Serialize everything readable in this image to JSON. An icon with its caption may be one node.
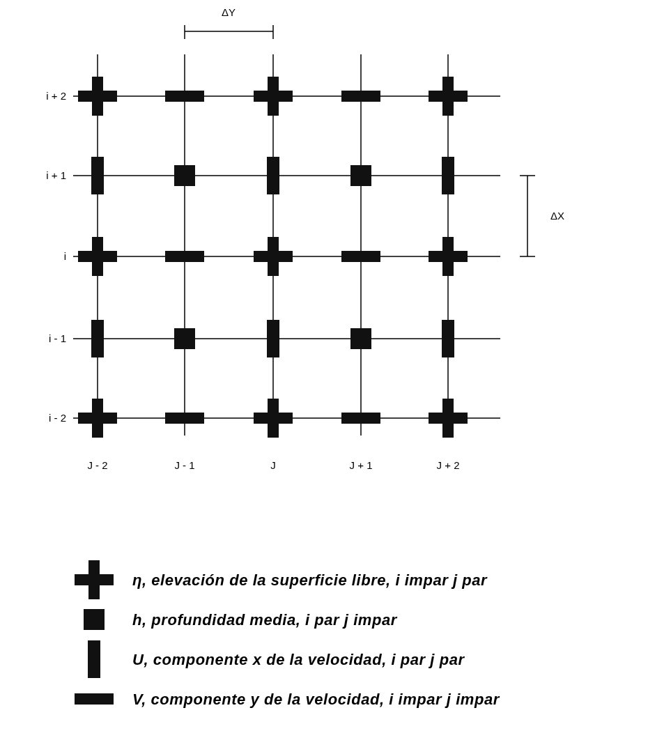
{
  "diagram": {
    "labels": [
      "ΔY",
      "i + 2",
      "i + 1",
      "ΔX",
      "i",
      "i - 1",
      "i - 2",
      "J - 2",
      "J - 1",
      "J",
      "J + 1",
      "J + 2"
    ],
    "legend": [
      {
        "text": "η, elevación de la superficie libre, i impar j par"
      },
      {
        "text": "h, profundidad media, i par j impar"
      },
      {
        "text": "U, componente x de la velocidad, i par j par"
      },
      {
        "text": "V, componente y de la velocidad, i impar j impar"
      }
    ]
  }
}
